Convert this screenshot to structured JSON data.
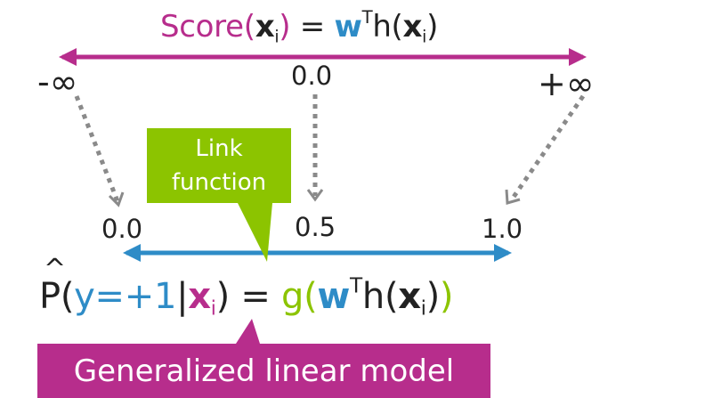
{
  "colors": {
    "magenta": "#B72D8C",
    "blue": "#2E8CC7",
    "green": "#8CC400",
    "dark": "#222222",
    "gray": "#8A8A8A",
    "white": "#FFFFFF"
  },
  "score": {
    "label": "Score",
    "open": "(",
    "x": "x",
    "i": "i",
    "close": ")",
    "eq": " = ",
    "w": "w",
    "T": "T",
    "h": "h(",
    "end": ")"
  },
  "top_scale": {
    "neg_inf": "-∞",
    "zero": "0.0",
    "pos_inf": "+∞"
  },
  "bottom_scale": {
    "zero": "0.0",
    "half": "0.5",
    "one": "1.0"
  },
  "link_callout": {
    "line1": "Link",
    "line2": "function"
  },
  "probability": {
    "P": "P",
    "open": "(",
    "y": "y=+1",
    "bar": "|",
    "x": "x",
    "i": "i",
    "close": ")",
    "eq": " = ",
    "g": "g",
    "gopen": "(",
    "w": "w",
    "T": "T",
    "h": "h(",
    "x2": "x",
    "i2": "i",
    "hclose": ")",
    "gclose": ")"
  },
  "glm_banner": {
    "label": "Generalized linear model"
  }
}
